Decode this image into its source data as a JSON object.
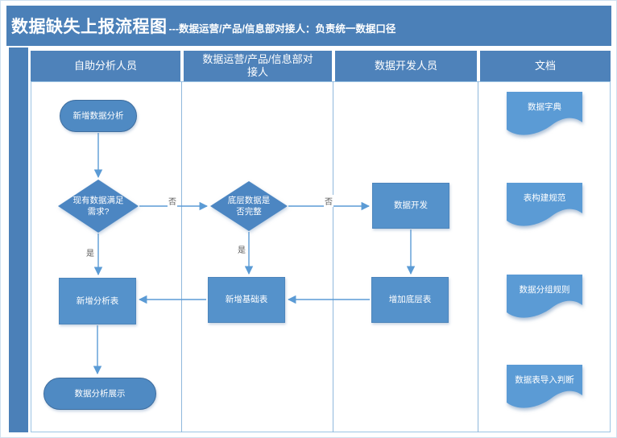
{
  "title": {
    "main": "数据缺失上报流程图",
    "annotation": "---数据运营/产品/信息部对接人：负责统一数据口径"
  },
  "lanes": [
    {
      "label": "自助分析人员"
    },
    {
      "label": "数据运营/产品/信息部对接人"
    },
    {
      "label": "数据开发人员"
    },
    {
      "label": "文档"
    }
  ],
  "nodes": {
    "start": {
      "label": "新增数据分析",
      "type": "terminator"
    },
    "decision_need": {
      "label": "现有数据满足需求?",
      "type": "decision"
    },
    "decision_complete": {
      "label": "底层数据是否完整",
      "type": "decision"
    },
    "data_dev": {
      "label": "数据开发",
      "type": "process"
    },
    "new_analysis_table": {
      "label": "新增分析表",
      "type": "process"
    },
    "new_base_table": {
      "label": "新增基础表",
      "type": "process"
    },
    "add_underlying_table": {
      "label": "增加底层表",
      "type": "process"
    },
    "end": {
      "label": "数据分析展示",
      "type": "terminator"
    }
  },
  "edge_labels": {
    "no_1": "否",
    "no_2": "否",
    "yes_1": "是",
    "yes_2": "是"
  },
  "documents": [
    {
      "label": "数据字典"
    },
    {
      "label": "表构建规范"
    },
    {
      "label": "数据分组规则"
    },
    {
      "label": "数据表导入判断"
    }
  ],
  "colors": {
    "band_blue": "#4b80b8",
    "process_blue": "#5592cb",
    "diamond_blue": "#4c86c2",
    "document_blue": "#5b9bd5",
    "terminator_blue": "#4f8ac3",
    "terminator_border": "#3e6d9e",
    "connector_blue": "#5b9bd5",
    "lane_line": "#8fb8dc",
    "edge_label_gray": "#595959"
  }
}
